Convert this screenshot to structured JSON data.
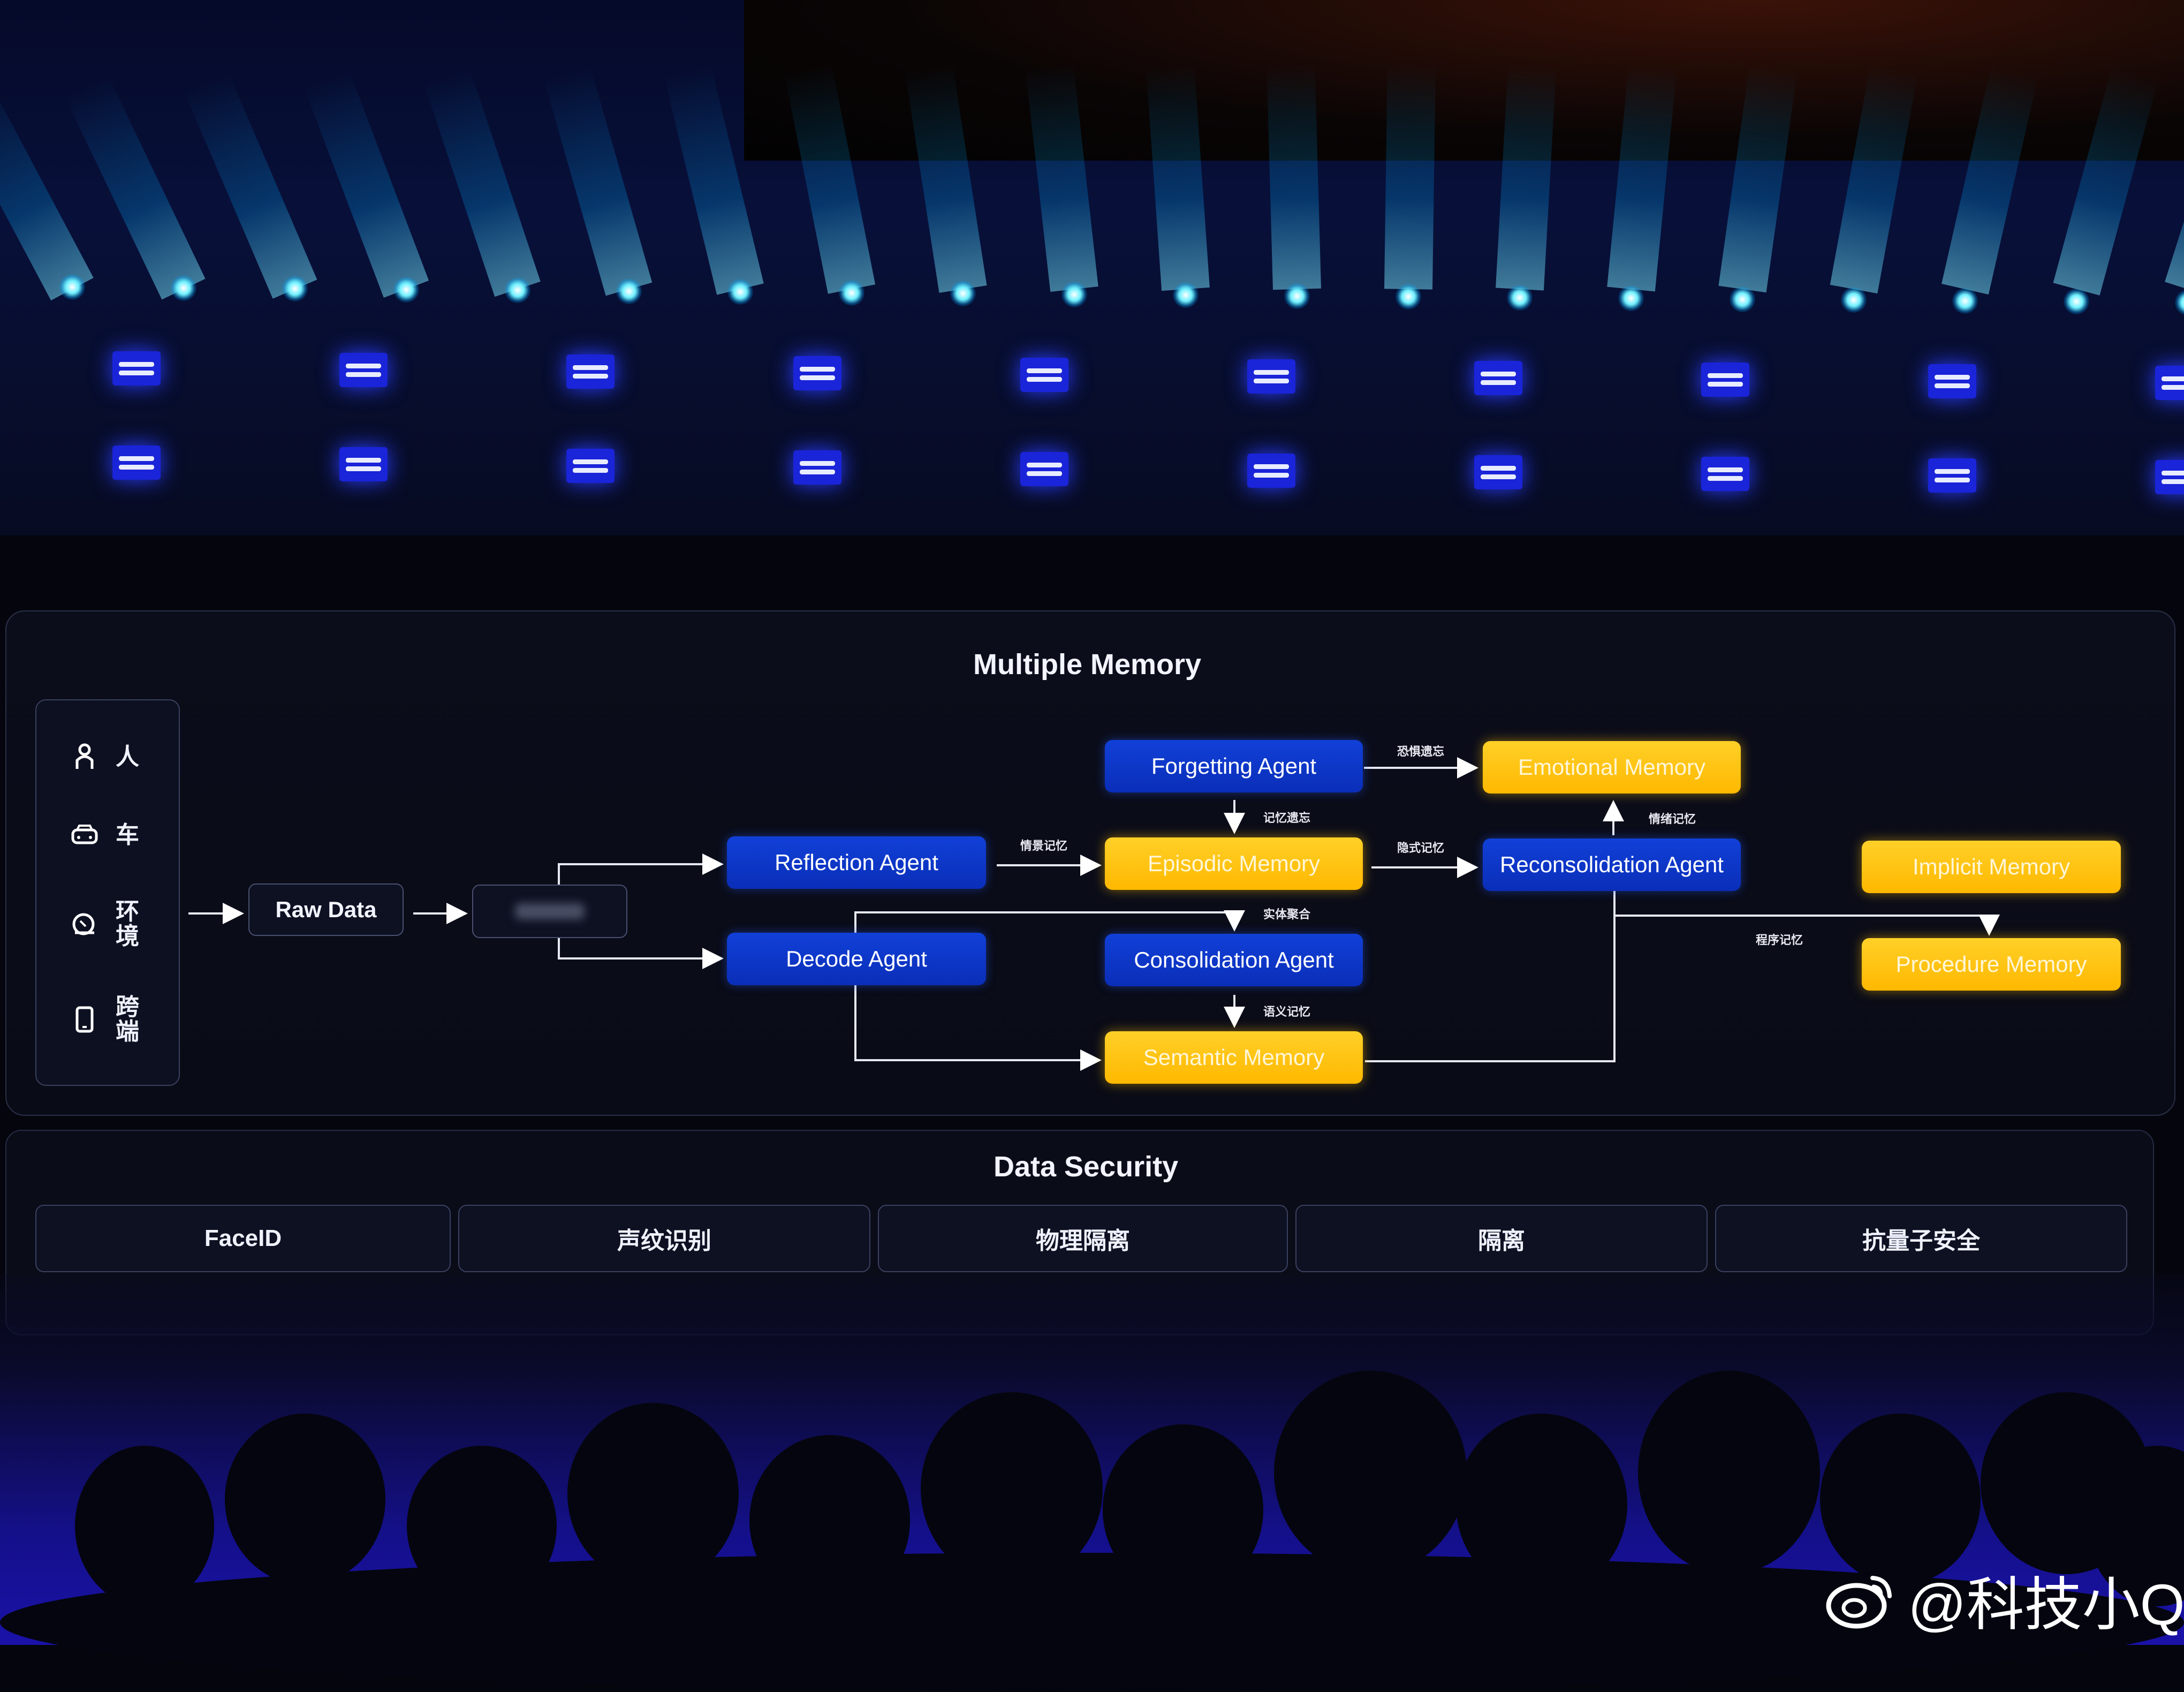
{
  "diagram": {
    "title": "Multiple Memory",
    "sources": [
      {
        "label": "人",
        "icon": "person-icon"
      },
      {
        "label": "车",
        "icon": "car-icon"
      },
      {
        "label": "环境",
        "icon": "environment-icon"
      },
      {
        "label": "跨端",
        "icon": "device-icon"
      }
    ],
    "nodes": {
      "raw_data": "Raw Data",
      "blurred": "",
      "reflection_agent": "Reflection Agent",
      "decode_agent": "Decode Agent",
      "forgetting_agent": "Forgetting Agent",
      "episodic_memory": "Episodic Memory",
      "consolidation_agent": "Consolidation Agent",
      "semantic_memory": "Semantic Memory",
      "emotional_memory": "Emotional Memory",
      "reconsolidation_agent": "Reconsolidation Agent",
      "implicit_memory": "Implicit Memory",
      "procedure_memory": "Procedure Memory"
    },
    "edge_labels": {
      "reflection_to_episodic": "情景记忆",
      "forgetting_to_emotional": "恐惧遗忘",
      "forgetting_to_episodic": "记忆遗忘",
      "episodic_to_reconsolidation": "隐式记忆",
      "reconsolidation_to_emotional": "情绪记忆",
      "entity_aggregation": "实体聚合",
      "consolidation_to_semantic": "语义记忆",
      "procedure_memory_edge": "程序记忆"
    }
  },
  "security": {
    "title": "Data Security",
    "items": [
      "FaceID",
      "声纹识别",
      "物理隔离",
      "隔离",
      "抗量子安全"
    ]
  },
  "watermark": {
    "text": "@科技小Q",
    "icon": "weibo-logo-icon"
  },
  "colors": {
    "agent_blue": "#0a2eb8",
    "memory_yellow": "#ffb800",
    "stage_light": "#2a3dff"
  }
}
